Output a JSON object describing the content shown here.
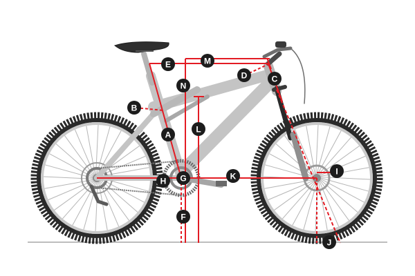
{
  "colors": {
    "frame": "#c4c4c4",
    "frame_dark": "#9a9a9a",
    "tire": "#2a2a2a",
    "rim": "#c9c9c9",
    "spoke": "#b5b5b5",
    "ground": "#bdbdbd",
    "measure": "#e31b23",
    "label_bg": "#1c1c1c",
    "label_fg": "#ffffff"
  },
  "labels": {
    "A": "A",
    "B": "B",
    "C": "C",
    "D": "D",
    "E": "E",
    "F": "F",
    "G": "G",
    "H": "H",
    "I": "I",
    "J": "J",
    "K": "K",
    "L": "L",
    "M": "M",
    "N": "N"
  }
}
